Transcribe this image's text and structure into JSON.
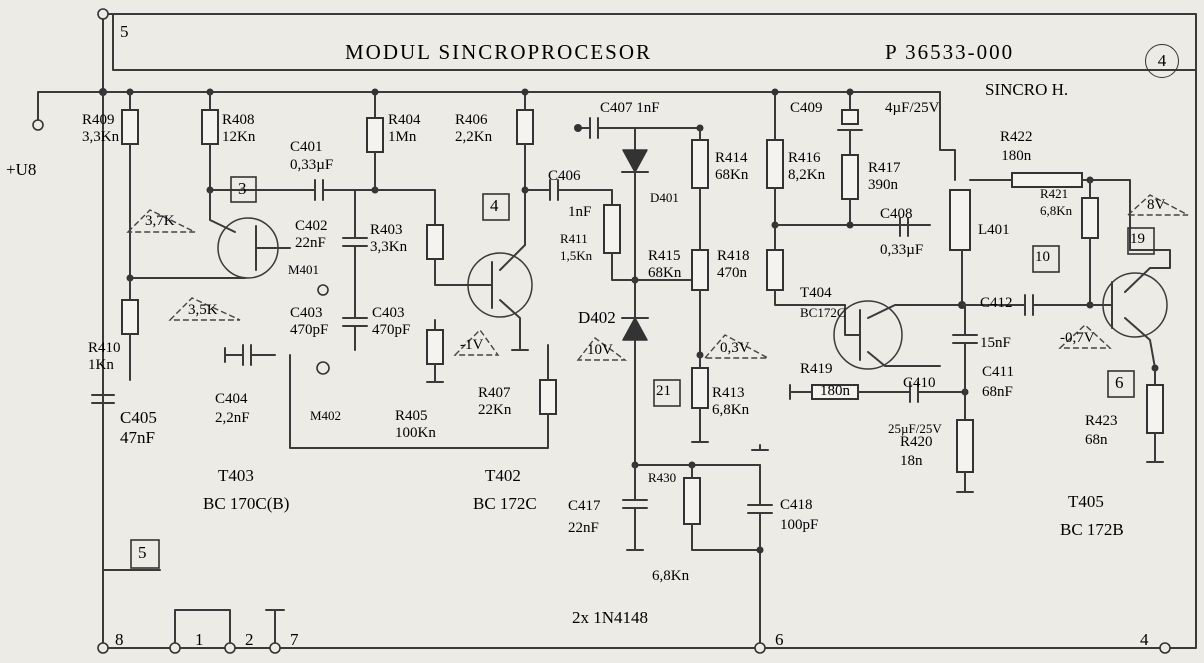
{
  "header": {
    "title": "MODUL SINCROPROCESOR",
    "part_number": "P 36533-000",
    "sheet_number": "4",
    "subtitle": "SINCRO H.",
    "corner_pin": "5"
  },
  "supply_label": "+U8",
  "components": {
    "R409": [
      "R409",
      "3,3Kn"
    ],
    "R408": [
      "R408",
      "12Kn"
    ],
    "R404": [
      "R404",
      "1Mn"
    ],
    "R406": [
      "R406",
      "2,2Kn"
    ],
    "R403": [
      "R403",
      "3,3Kn"
    ],
    "R410": [
      "R410",
      "1Kn"
    ],
    "R405": [
      "R405",
      "100Kn"
    ],
    "R407": [
      "R407",
      "22Kn"
    ],
    "R411": [
      "R411",
      "1,5Kn"
    ],
    "R414": [
      "R414",
      "68Kn"
    ],
    "R415": [
      "R415",
      "68Kn"
    ],
    "R416": [
      "R416",
      "8,2Kn"
    ],
    "R417": [
      "R417",
      "390n"
    ],
    "R418": [
      "R418",
      "470n"
    ],
    "R413": [
      "R413",
      "6,8Kn"
    ],
    "R430": [
      "R430",
      "6,8Kn"
    ],
    "R419": [
      "R419",
      "180n"
    ],
    "R420": [
      "R420",
      "18n"
    ],
    "R421": [
      "R421",
      "6,8Kn"
    ],
    "R422": [
      "R422",
      "180n"
    ],
    "R423": [
      "R423",
      "68n"
    ],
    "C401": [
      "C401",
      "0,33µF"
    ],
    "C402": [
      "C402",
      "22nF"
    ],
    "C403a": [
      "C403",
      "470pF"
    ],
    "C403b": [
      "C403",
      "470pF"
    ],
    "C404": [
      "C404",
      "2,2nF"
    ],
    "C405": [
      "C405",
      "47nF"
    ],
    "C406": [
      "C406",
      "1nF"
    ],
    "C407": [
      "C407",
      "1nF"
    ],
    "C408": [
      "C408",
      "0,33µF"
    ],
    "C409": [
      "C409",
      "4µF/25V"
    ],
    "C410": [
      "C410",
      "25µF/25V"
    ],
    "C411": [
      "C411",
      "68nF"
    ],
    "C412": [
      "C412",
      "15nF"
    ],
    "C417": [
      "C417",
      "22nF"
    ],
    "C418": [
      "C418",
      "100pF"
    ],
    "T402": [
      "T402",
      "BC 172C"
    ],
    "T403": [
      "T403",
      "BC 170C(B)"
    ],
    "T404": [
      "T404",
      "BC172C"
    ],
    "T405": [
      "T405",
      "BC 172B"
    ],
    "D401": [
      "D401"
    ],
    "D402": [
      "D402"
    ],
    "L401": [
      "L401"
    ],
    "M401": [
      "M401"
    ],
    "M402": [
      "M402"
    ]
  },
  "diodes_note": "2x 1N4148",
  "voltages": [
    "3,7K",
    "3,5K",
    "-1V",
    "10V",
    "0,3V",
    "8V",
    "-0,7V"
  ],
  "test_points": [
    "3",
    "4",
    "21",
    "10",
    "19",
    "6",
    "5"
  ],
  "connector_pins": [
    "8",
    "1",
    "2",
    "7",
    "6",
    "4"
  ]
}
